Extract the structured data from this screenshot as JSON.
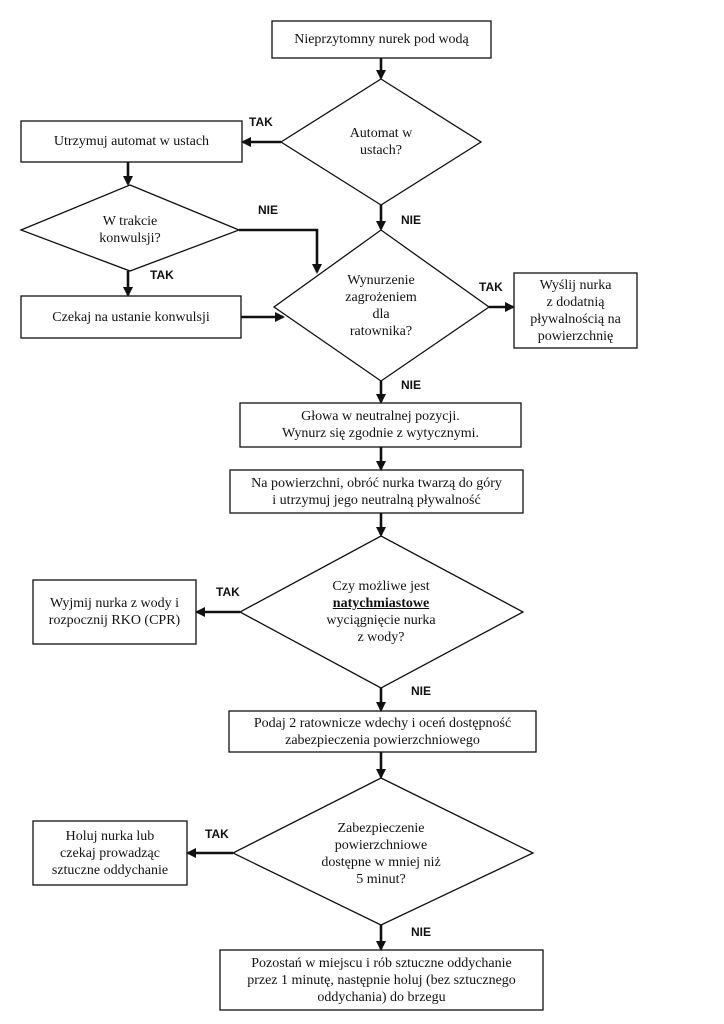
{
  "nodes": {
    "start": "Nieprzytomny nurek pod wodą",
    "d_automat": "Automat w\nustach?",
    "keep_regulator": "Utrzymuj automat w ustach",
    "d_convulsions": "W trakcie\nkonwulsji?",
    "wait_convulsions": "Czekaj na ustanie konwulsji",
    "d_ascent": "Wynurzenie\nzagrożeniem\ndla\nratownika?",
    "send_positive": "Wyślij nurka\nz dodatnią\npływalnością na\npowierzchnię",
    "head_neutral": "Głowa w neutralnej pozycji.\nWynurz się zgodnie z wytycznymi.",
    "surface_turn": "Na powierzchni, obróć nurka twarzą do góry\ni utrzymuj jego neutralną pływalność",
    "d_remove": {
      "line1": "Czy możliwe jest",
      "emph": "natychmiastowe",
      "line3": "wyciągnięcie nurka\nz wody?"
    },
    "remove_cpr": "Wyjmij nurka z wody i\nrozpocznij RKO (CPR)",
    "two_breaths": "Podaj 2 ratownicze wdechy i oceń dostępność\nzabezpieczenia powierzchniowego",
    "d_support": "Zabezpieczenie\npowierzchniowe\ndostępne w mniej niż\n5 minut?",
    "tow_breathe": "Holuj nurka lub\nczekaj prowadząc\nsztuczne oddychanie",
    "stay_breathe": "Pozostań w miejscu i rób sztuczne oddychanie\nprzez 1 minutę, następnie holuj (bez sztucznego\noddychania) do brzegu"
  },
  "edges": {
    "automat_yes": "TAK",
    "automat_no": "NIE",
    "convulsions_no": "NIE",
    "convulsions_yes": "TAK",
    "ascent_yes": "TAK",
    "ascent_no": "NIE",
    "remove_yes": "TAK",
    "remove_no": "NIE",
    "support_yes": "TAK",
    "support_no": "NIE"
  },
  "colors": {
    "stroke": "#111111",
    "fill": "#ffffff"
  }
}
